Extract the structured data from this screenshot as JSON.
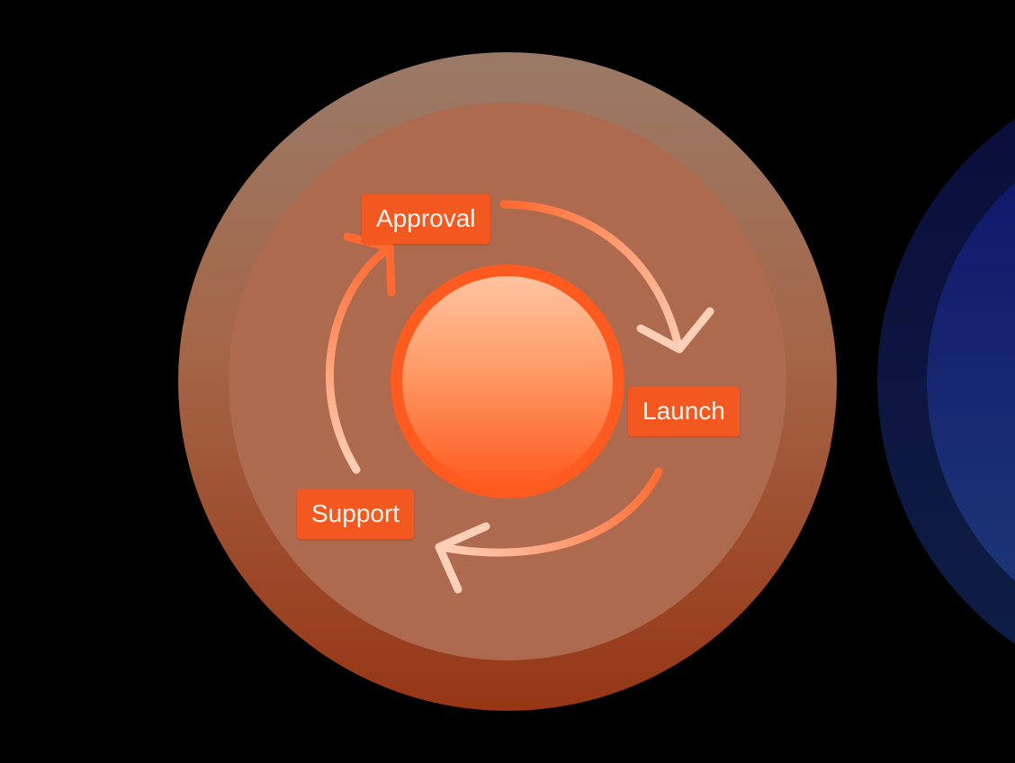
{
  "diagram": {
    "type": "cycle",
    "steps": [
      {
        "id": "approval",
        "label": "Approval"
      },
      {
        "id": "launch",
        "label": "Launch"
      },
      {
        "id": "support",
        "label": "Support"
      }
    ],
    "flow": [
      "approval",
      "launch",
      "support",
      "approval"
    ],
    "direction": "clockwise"
  },
  "icons": {
    "arrows": [
      "cycle-arrow-icon",
      "cycle-arrow-icon",
      "cycle-arrow-icon"
    ],
    "hub": "hub-circle-icon"
  },
  "colors": {
    "background": "#000000",
    "outer_ring_top": "#9a7a67",
    "outer_ring_bottom": "#963615",
    "inner_disc": "#ae6a4f",
    "label_fill": "#f2581f",
    "label_text": "#fff4ec",
    "hub_light": "#ffc4a0",
    "hub_dark": "#ff5a1f",
    "arrow_light": "#ffcfb5",
    "arrow_dark": "#ff6a30",
    "neighbor_disc": "#10155e"
  }
}
